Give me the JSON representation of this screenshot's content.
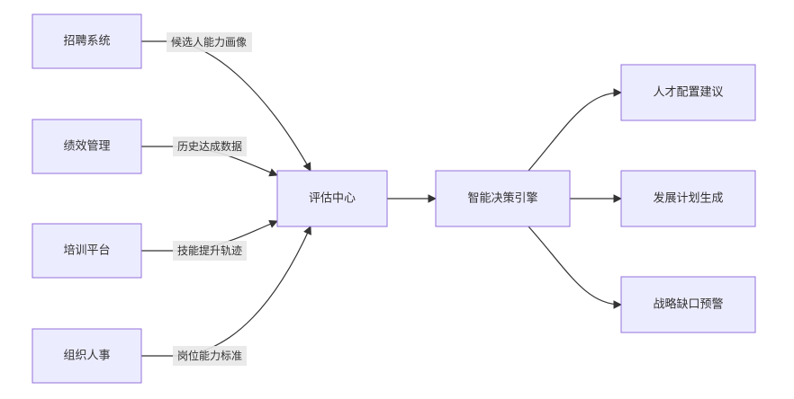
{
  "colors": {
    "node_fill": "#ececff",
    "node_stroke": "#9370db",
    "edge": "#333333",
    "label_bg": "#e8e8e8"
  },
  "nodes": {
    "recruit": "招聘系统",
    "performance": "绩效管理",
    "training": "培训平台",
    "org_hr": "组织人事",
    "eval_center": "评估中心",
    "decision_engine": "智能决策引擎",
    "talent_advice": "人才配置建议",
    "dev_plan": "发展计划生成",
    "strategy_warning": "战略缺口预警"
  },
  "edge_labels": {
    "recruit": "候选人能力画像",
    "performance": "历史达成数据",
    "training": "技能提升轨迹",
    "org_hr": "岗位能力标准"
  }
}
